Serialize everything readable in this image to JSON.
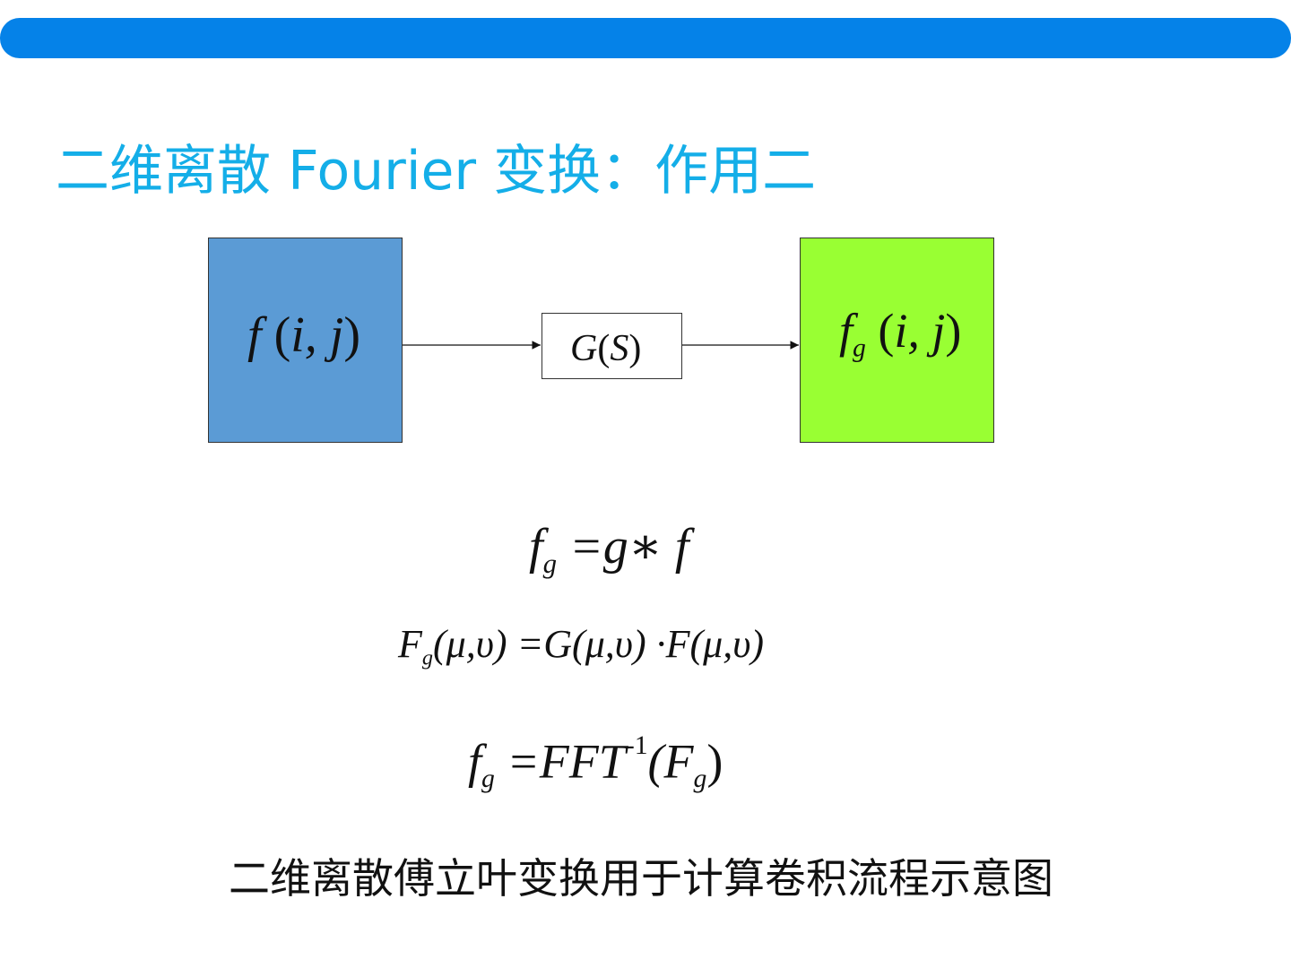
{
  "slide": {
    "title": "二维离散 Fourier 变换：作用二",
    "caption": "二维离散傅立叶变换用于计算卷积流程示意图"
  },
  "diagram": {
    "input": {
      "func": "f",
      "open": " (",
      "args": "i, j",
      "close": ")",
      "color": "#5b9bd5"
    },
    "filter": {
      "func": "G",
      "open": "(",
      "arg": "S",
      "close": ")"
    },
    "output": {
      "func": "f",
      "sub": "g",
      "open": " (",
      "args": "i, j",
      "close": ")",
      "color": "#99ff33"
    }
  },
  "equations": {
    "eq1": {
      "lhs": "f",
      "lhs_sub": "g",
      "rhs": " =g∗ f"
    },
    "eq2": {
      "lhs": "F",
      "lhs_sub": "g",
      "p1": "(μ,υ) =G(μ,υ) ·F(μ,υ)"
    },
    "eq3": {
      "lhs": "f",
      "lhs_sub": "g",
      "mid": " =FFT",
      "sup": "-1",
      "paren_open": "(F",
      "paren_sub": "g",
      "paren_close": ")"
    }
  },
  "colors": {
    "bar": "#0582e8",
    "title": "#14aee8"
  }
}
